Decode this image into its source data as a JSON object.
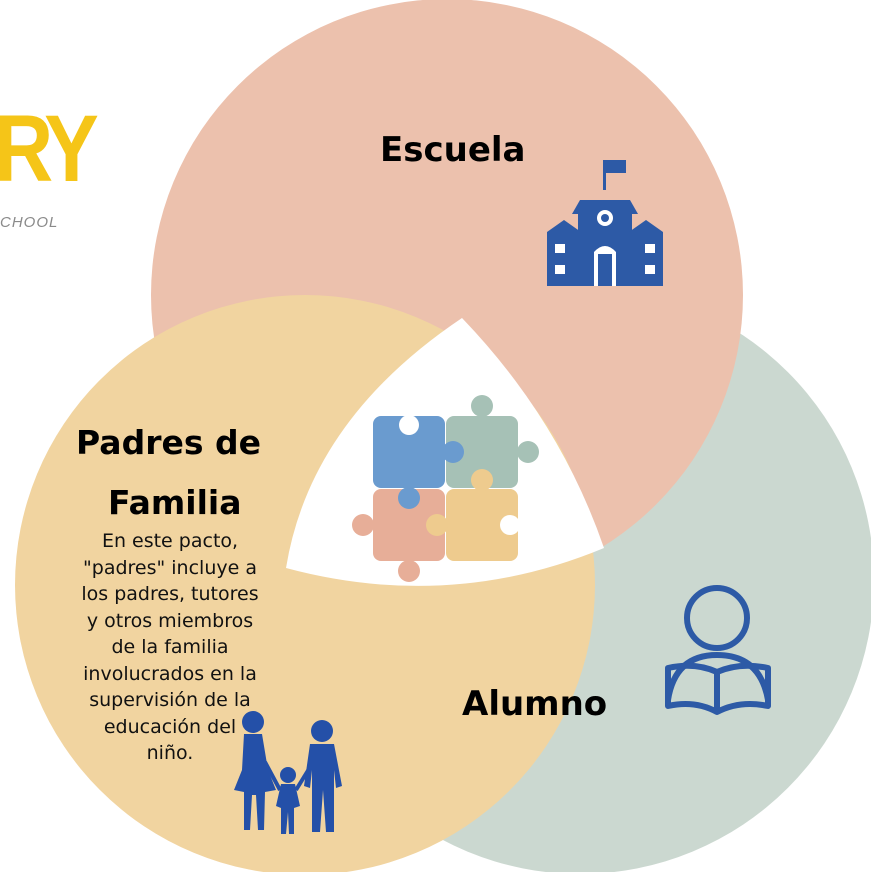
{
  "logo": {
    "text_large": "RY",
    "text_small": "CHOOL"
  },
  "circles": {
    "school": {
      "title": "Escuela",
      "color": "#ecc1ad"
    },
    "parents": {
      "title_line1": "Padres de",
      "title_line2": "Familia",
      "color": "#f1d4a0",
      "description": "En este pacto,\n\"padres\" incluye a\nlos padres, tutores\ny otros miembros\nde la familia\ninvolucrados en la\nsupervisión de la\neducación del\nniño."
    },
    "student": {
      "title": "Alumno",
      "color": "#cbd8d0"
    }
  },
  "icons": {
    "school": "school-building-icon",
    "center": "puzzle-pieces-icon",
    "student": "student-reading-icon",
    "family": "family-silhouette-icon"
  },
  "colors": {
    "icon_blue": "#2d5aa6",
    "puzzle_blue": "#6a9bcf",
    "puzzle_green": "#a6c1b6",
    "puzzle_pink": "#e7ae98",
    "puzzle_yellow": "#eecb8e"
  }
}
